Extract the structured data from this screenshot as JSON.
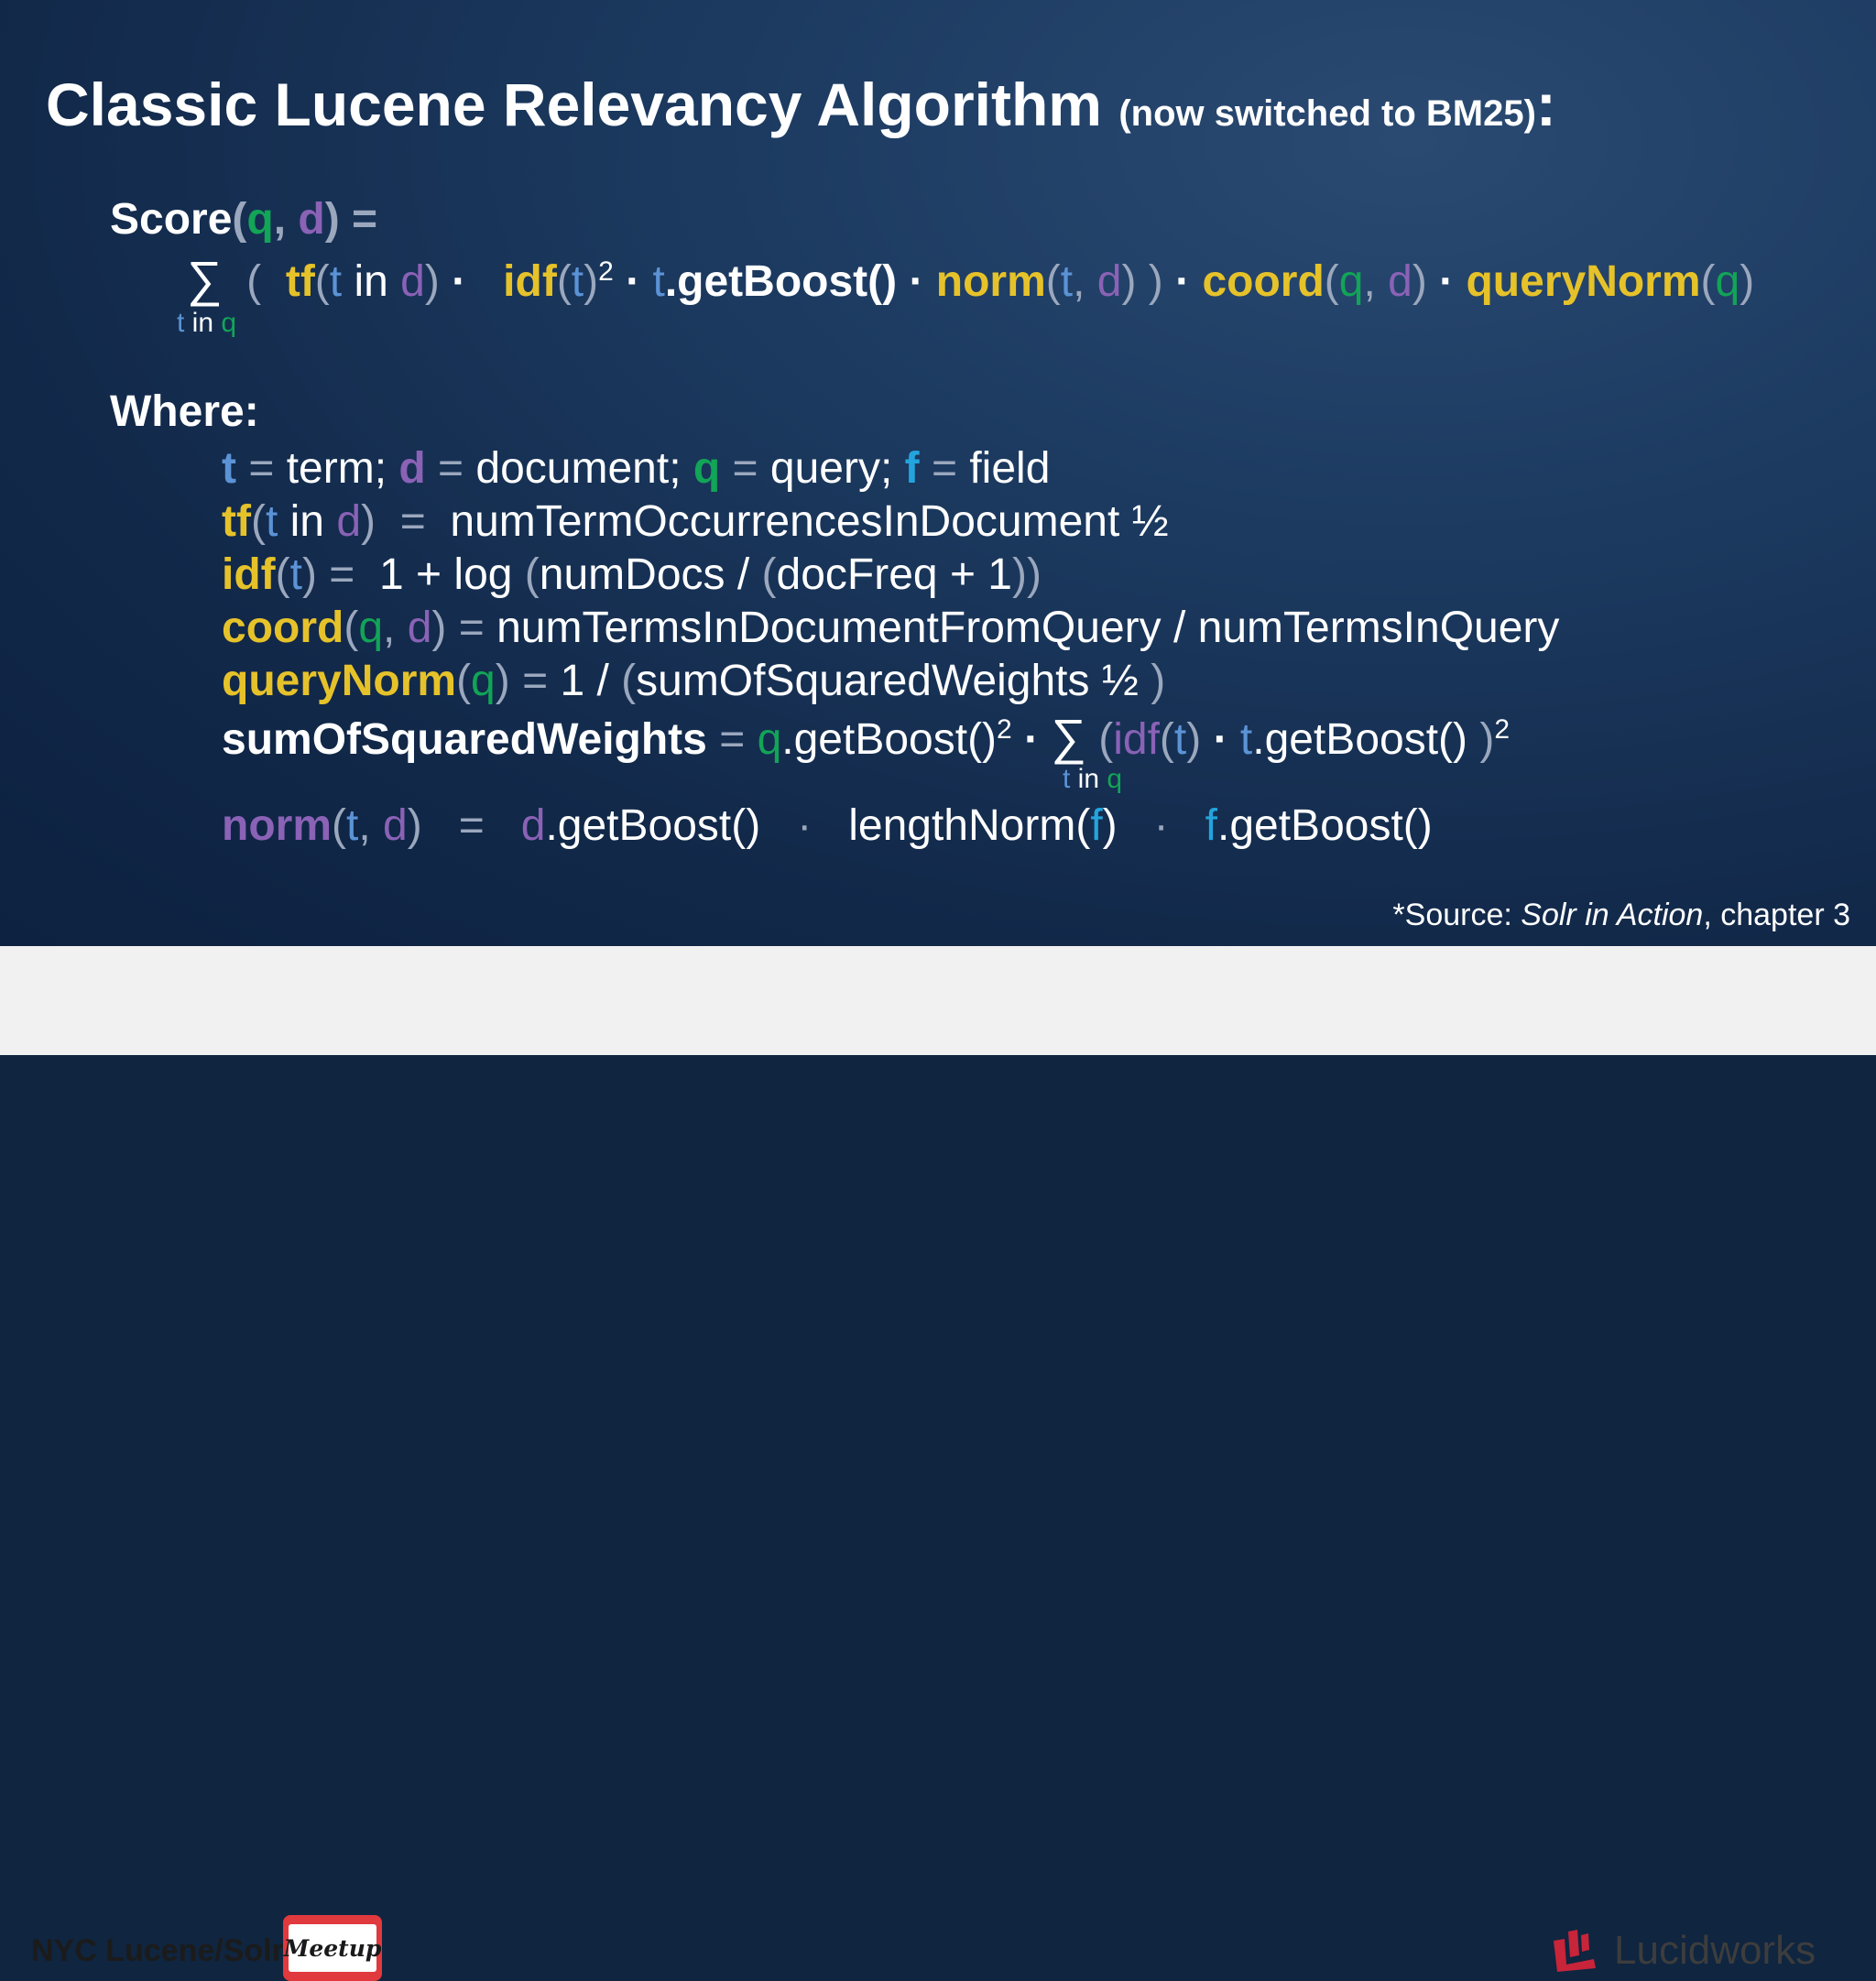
{
  "slide": {
    "title": "Classic Lucene Relevancy Algorithm",
    "title_sub": "(now switched to BM25)",
    "title_colon": ":",
    "score": {
      "func": "Score",
      "open": "(",
      "q": "q",
      "comma": ", ",
      "d": "d",
      "close_eq": ") =",
      "sum_symbol": "∑",
      "sum_open": "(",
      "tf": "tf",
      "paren_open": "(",
      "t": "t",
      "in": " in ",
      "paren_close": ")",
      "dot": " · ",
      "idf": "idf",
      "exp": "2",
      "getBoost": ".getBoost()",
      "norm": "norm",
      "coord": "coord",
      "queryNorm": "queryNorm",
      "sum_close": ")"
    },
    "sum_label": {
      "t": "t",
      "in": " in ",
      "q": "q"
    },
    "where": "Where:",
    "defs": {
      "l1": {
        "t": "t",
        "eq1": " = ",
        "term": "term; ",
        "d": "d",
        "eq2": " = ",
        "document": "document; ",
        "q": "q",
        "eq3": " = ",
        "query": "query; ",
        "f": "f",
        "eq4": " = ",
        "field": "field"
      },
      "l2": {
        "tf": "tf",
        "open": "(",
        "t": "t",
        "in": " in ",
        "d": "d",
        "close": ")",
        "eq": "  =  ",
        "rhs": "numTermOccurrencesInDocument ½"
      },
      "l3": {
        "idf": "idf",
        "open": "(",
        "t": "t",
        "close": ")",
        "eq": " =  ",
        "rhs1": "1 + log ",
        "p1": "(",
        "rhs2": "numDocs / ",
        "p2": "(",
        "rhs3": "docFreq + 1",
        "p3": "))"
      },
      "l4": {
        "coord": "coord",
        "open": "(",
        "q": "q",
        "comma": ", ",
        "d": "d",
        "close": ")",
        "eq": " = ",
        "rhs": "numTermsInDocumentFromQuery / numTermsInQuery"
      },
      "l5": {
        "queryNorm": "queryNorm",
        "open": "(",
        "q": "q",
        "close": ")",
        "eq": " = ",
        "rhs1": "1 / ",
        "p1": "(",
        "rhs2": "sumOfSquaredWeights ½ ",
        "p2": ")"
      },
      "l6": {
        "name": "sumOfSquaredWeights",
        "eq": " = ",
        "q": "q",
        "gb": ".getBoost()",
        "exp": "2",
        "dot": " · ",
        "sum": "∑",
        "p1": " (",
        "idf": "idf",
        "po": "(",
        "t": "t",
        "pc": ")",
        "dot2": " · ",
        "t2": "t",
        "gb2": ".getBoost() ",
        "p2": ")",
        "exp2": "2"
      },
      "l7": {
        "norm": "norm",
        "open": "(",
        "t": "t",
        "comma": ", ",
        "d": "d",
        "close": ")",
        "eq": "   =   ",
        "d2": "d",
        "gb": ".getBoost()",
        "dot": "   ·   ",
        "ln": "lengthNorm(",
        "f": "f",
        "lnc": ")",
        "dot2": "   ·   ",
        "f2": "f",
        "gb2": ".getBoost()"
      }
    },
    "source": {
      "prefix": "*Source: ",
      "book": "Solr in Action",
      "suffix": ", chapter 3"
    }
  },
  "footer": {
    "group": "NYC Lucene/Solr",
    "meetup": "Meetup",
    "brand": "Lucidworks"
  },
  "colors": {
    "background": "#12294a",
    "t": "#5b93d6",
    "d": "#8a62b6",
    "q": "#12a457",
    "f": "#23a4dd",
    "function_yellow": "#e6c22a",
    "footer_bg": "#f1f1f1",
    "brand_red": "#c8243a"
  }
}
